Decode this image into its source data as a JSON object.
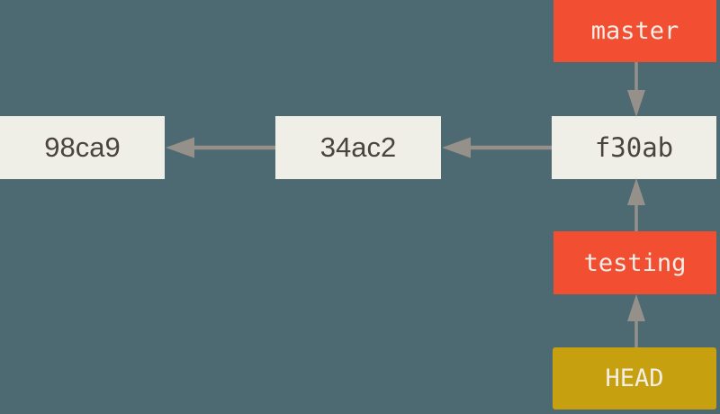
{
  "colors": {
    "background": "#4d6972",
    "commit_box": "#f0efe7",
    "commit_text": "#4a453c",
    "branch_box": "#f14e32",
    "head_box": "#c6a00f",
    "label_text": "#f2eee7",
    "arrow": "#96908a"
  },
  "diagram": {
    "type": "git-commit-graph",
    "commits": [
      {
        "id": "98ca9"
      },
      {
        "id": "34ac2",
        "parent": "98ca9"
      },
      {
        "id": "f30ab",
        "parent": "34ac2"
      }
    ],
    "branches": [
      {
        "name": "master",
        "points_to": "f30ab"
      },
      {
        "name": "testing",
        "points_to": "f30ab"
      }
    ],
    "head": {
      "label": "HEAD",
      "points_to": "testing"
    }
  }
}
